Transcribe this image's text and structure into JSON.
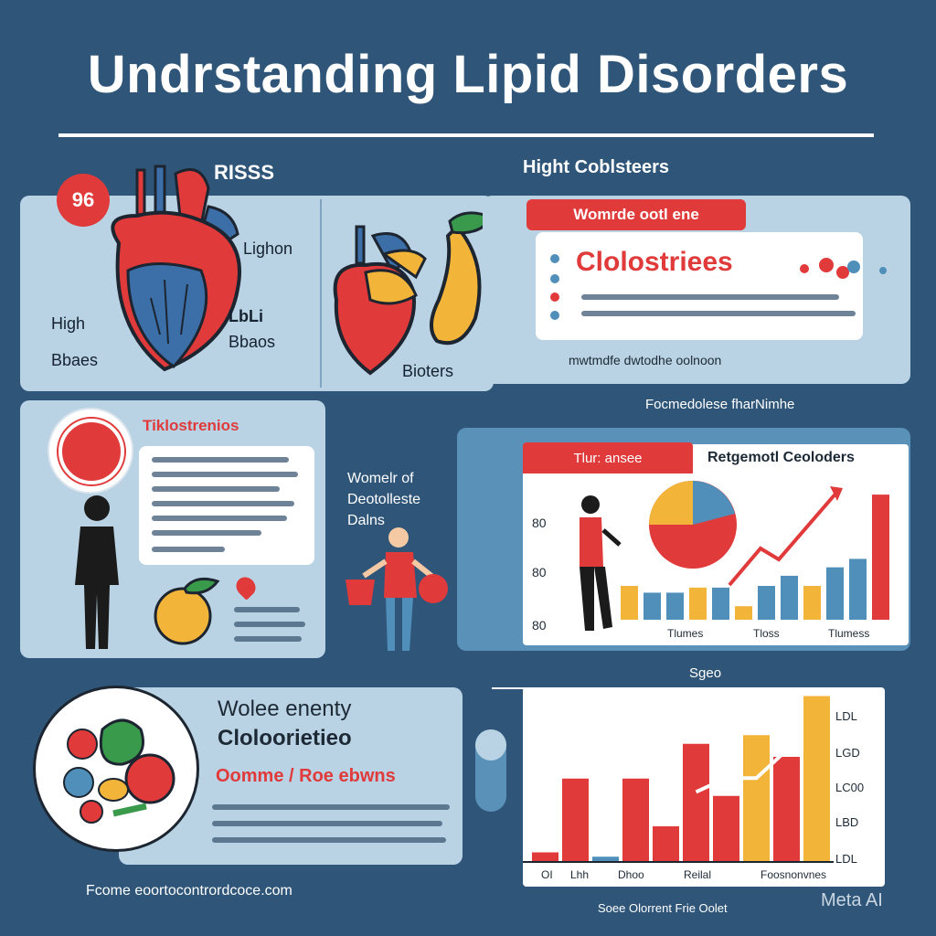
{
  "header": {
    "title": "Undrstanding Lipid Disorders"
  },
  "risks": {
    "badge": "96",
    "title": "RISSS",
    "labels": [
      "Lighon",
      "LbLi",
      "Bbaos",
      "High",
      "Bbaes"
    ]
  },
  "heart2": {
    "label": "Bioters"
  },
  "cholesterol": {
    "section_title": "Hight Coblsteers",
    "pill_label": "Womrde ootl ene",
    "card_title": "Clolostriees",
    "caption": "mwtmdfe dwtodhe oolnoon",
    "footer_label": "Focmedolese fharNimhe"
  },
  "middle_left": {
    "card_title": "Tiklostrenios"
  },
  "middle_center": {
    "text": "Womelr of Deotolleste Dalns"
  },
  "chart1": {
    "tab_left": "Tlur: ansee",
    "tab_right": "Retgemotl Ceoloders",
    "y_labels": [
      "80",
      "80",
      "80"
    ],
    "x_labels": [
      "Tlumes",
      "Tloss",
      "Tlumess"
    ]
  },
  "plate": {
    "title": "Wolee enenty",
    "subtitle": "Cloloorietieo",
    "label": "Oomme / Roe ebwns"
  },
  "chart2": {
    "title": "Sgeo",
    "y_labels": [
      "LDL",
      "LGD",
      "LC00",
      "LBD",
      "LDL"
    ],
    "x_labels": [
      "OI",
      "Lhh",
      "Dhoo",
      "Reilal",
      "Foosnonvnes"
    ]
  },
  "footer": {
    "left": "Fcome eoortocontrordcoce.com",
    "center": "Soee Olorrent Frie Oolet",
    "watermark": "Meta AI"
  },
  "chart_data": [
    {
      "type": "bar",
      "title": "Retgemotl Ceoloders",
      "values": [
        40,
        32,
        32,
        38,
        38,
        16,
        40,
        52,
        40,
        62,
        72,
        148
      ],
      "colors": [
        "#f3b43a",
        "#4f8fba",
        "#4f8fba",
        "#f3b43a",
        "#4f8fba",
        "#f3b43a",
        "#4f8fba",
        "#4f8fba",
        "#f3b43a",
        "#4f8fba",
        "#4f8fba",
        "#e03a3a"
      ],
      "ylim": [
        0,
        160
      ]
    },
    {
      "type": "bar",
      "title": "Sgeo",
      "values": [
        10,
        95,
        5,
        95,
        40,
        135,
        75,
        145,
        120,
        190
      ],
      "colors": [
        "#e03a3a",
        "#e03a3a",
        "#4f8fba",
        "#e03a3a",
        "#e03a3a",
        "#e03a3a",
        "#e03a3a",
        "#f3b43a",
        "#e03a3a",
        "#f3b43a"
      ],
      "line": [
        0,
        0,
        0,
        0,
        0,
        30,
        40,
        40,
        60,
        0
      ],
      "ylim": [
        0,
        200
      ]
    }
  ]
}
